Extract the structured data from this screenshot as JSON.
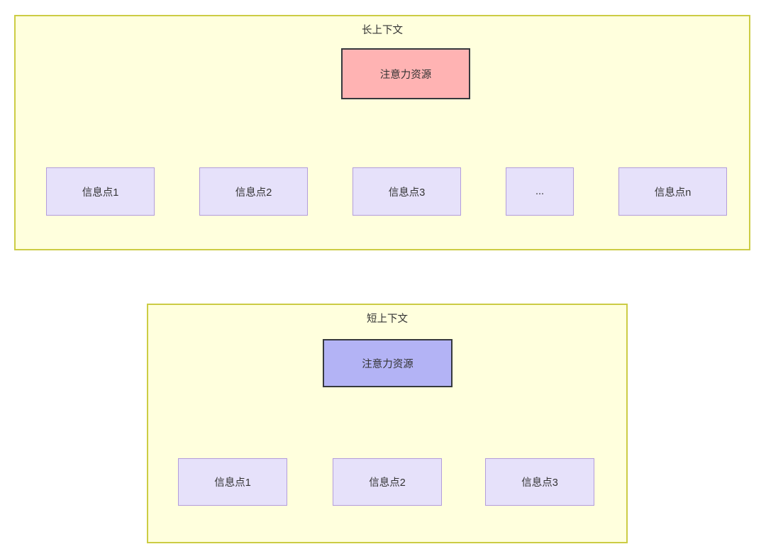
{
  "diagram": {
    "title": "",
    "background_color": "#ffffff",
    "panel_fill": "#ffffdd",
    "panel_border": "#cccc44",
    "leaf_fill": "#e6e1fa",
    "leaf_border": "#b39ddb",
    "root_red_fill": "#ffb3b3",
    "root_blue_fill": "#b3b3f5",
    "root_border": "#36393d",
    "edge_color": "#333333",
    "text_color": "#333333"
  },
  "panels": [
    {
      "id": "long-context",
      "title": "长上下文",
      "root": {
        "label": "注意力资源",
        "style": "red"
      },
      "leaves": [
        {
          "label": "信息点1"
        },
        {
          "label": "信息点2"
        },
        {
          "label": "信息点3"
        },
        {
          "label": "..."
        },
        {
          "label": "信息点n"
        }
      ]
    },
    {
      "id": "short-context",
      "title": "短上下文",
      "root": {
        "label": "注意力资源",
        "style": "blue"
      },
      "leaves": [
        {
          "label": "信息点1"
        },
        {
          "label": "信息点2"
        },
        {
          "label": "信息点3"
        }
      ]
    }
  ]
}
